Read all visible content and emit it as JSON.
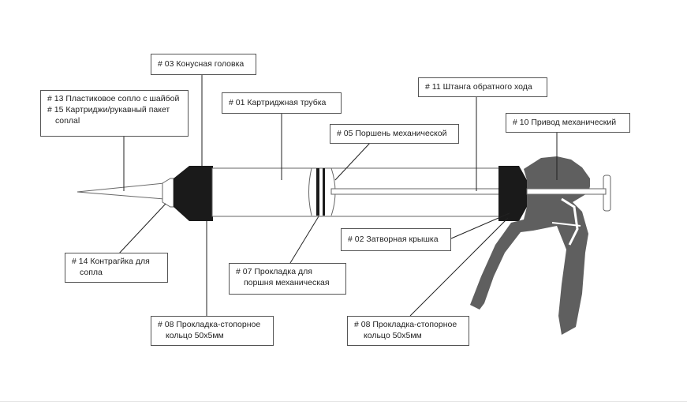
{
  "labels": {
    "l03": "# 03 Конусная головка",
    "l13_1": "# 13 Пластиковое сопло с шайбой",
    "l13_2": "# 15 Картриджи/рукавный пакет",
    "l13_3": "conлal",
    "l01": "# 01 Картриджная трубка",
    "l11": "# 11 Штанга обратного хода",
    "l05": "# 05 Поршень механической",
    "l10": "# 10 Привод механический",
    "l02": "# 02 Затворная крышка",
    "l14_1": "# 14 Контрагйка для",
    "l14_2": "сопла",
    "l07_1": "# 07 Прокладка для",
    "l07_2": "поршня механическая",
    "l08a_1": "# 08 Прокладка-стопорное",
    "l08a_2": "кольцо 50х5мм",
    "l08b_1": "# 08 Прокладка-стопорное",
    "l08b_2": "кольцо 50х5мм"
  },
  "colors": {
    "line": "#222222",
    "rubber": "#1a1a1a",
    "handle": "#5f5f5f",
    "tube_outline": "#555555"
  }
}
